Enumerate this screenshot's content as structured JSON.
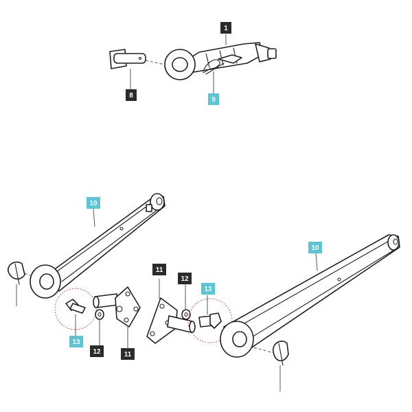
{
  "diagram": {
    "colors": {
      "dark_label": "#2b2b2b",
      "cyan_label": "#5bc5d6",
      "line": "#1f1f1f",
      "highlight": "#cc4444"
    },
    "callouts": {
      "c1": "1",
      "c8": "8",
      "c9": "9",
      "c10a": "10",
      "c10b": "10",
      "c11a": "11",
      "c11b": "11",
      "c12a": "12",
      "c12b": "12",
      "c13a": "13",
      "c13b": "13"
    }
  }
}
